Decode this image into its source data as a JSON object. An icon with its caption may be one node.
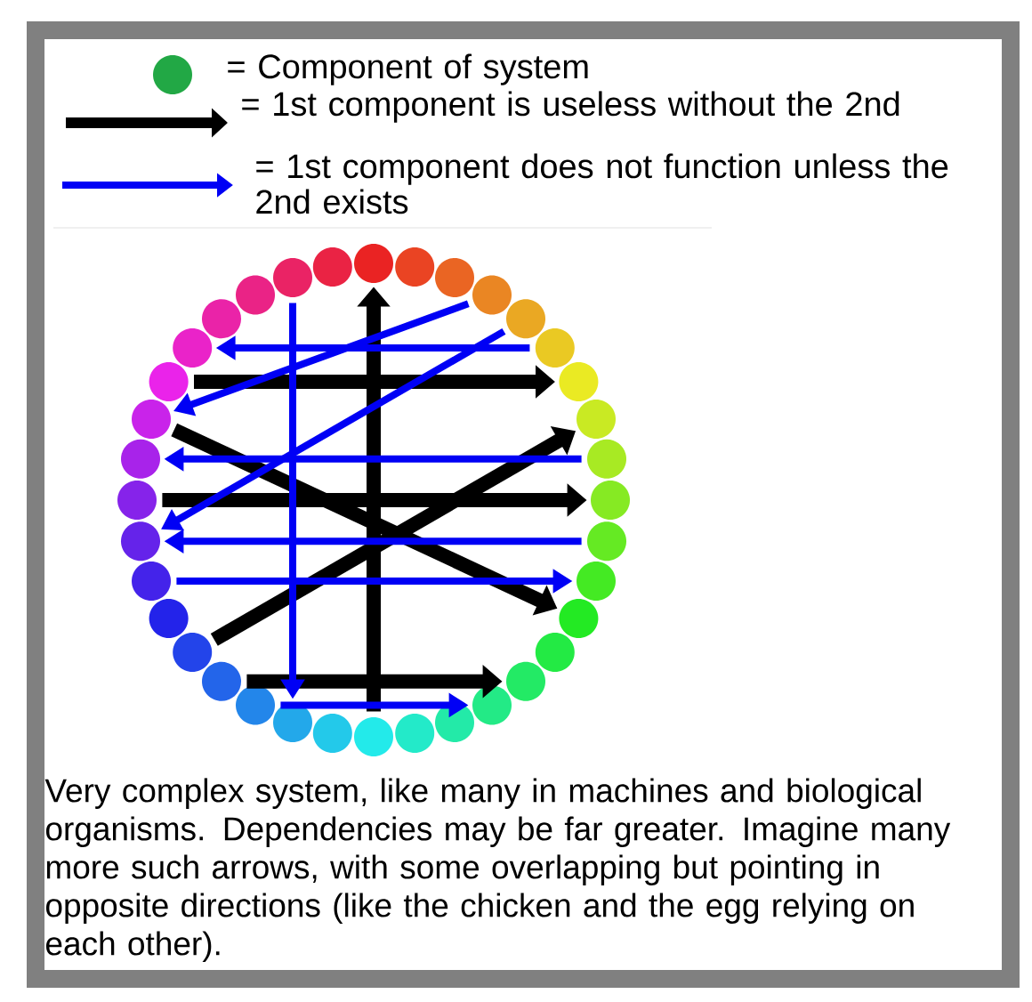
{
  "diagram": {
    "caption": "Very complex system, like many in machines and biological organisms. Dependencies may be far greater. Imagine many more such arrows, with some overlapping but pointing in opposite directions (like the chicken and the egg relying on each other).",
    "nodes": [
      {
        "text": [],
        "shape": "circle"
      },
      {
        "text": [],
        "shape": "circle"
      },
      {
        "text": [],
        "shape": "circle"
      },
      {
        "text": [],
        "shape": "circle"
      },
      {
        "text": [],
        "shape": "circle"
      },
      {
        "text": [],
        "shape": "circle"
      },
      {
        "text": [],
        "shape": "circle"
      },
      {
        "text": [],
        "shape": "circle"
      },
      {
        "text": [],
        "shape": "circle"
      },
      {
        "text": [],
        "shape": "circle"
      },
      {
        "text": [],
        "shape": "circle"
      },
      {
        "text": [],
        "shape": "circle"
      },
      {
        "text": [],
        "shape": "circle"
      },
      {
        "text": [],
        "shape": "circle"
      },
      {
        "text": [],
        "shape": "circle"
      },
      {
        "text": [],
        "shape": "circle"
      },
      {
        "text": [],
        "shape": "circle"
      },
      {
        "text": [],
        "shape": "circle"
      },
      {
        "text": [],
        "shape": "circle"
      },
      {
        "text": [],
        "shape": "circle"
      },
      {
        "text": [],
        "shape": "circle"
      },
      {
        "text": [],
        "shape": "circle"
      },
      {
        "text": [],
        "shape": "circle"
      },
      {
        "text": [],
        "shape": "circle"
      },
      {
        "text": [],
        "shape": "circle"
      },
      {
        "text": [],
        "shape": "circle"
      },
      {
        "text": [],
        "shape": "circle"
      },
      {
        "text": [],
        "shape": "circle"
      },
      {
        "text": [],
        "shape": "circle"
      },
      {
        "text": [],
        "shape": "circle"
      },
      {
        "text": [],
        "shape": "circle"
      },
      {
        "text": [],
        "shape": "circle"
      },
      {
        "text": [],
        "shape": "circle"
      },
      {
        "text": [],
        "shape": "circle"
      },
      {
        "text": [],
        "shape": "circle"
      },
      {
        "text": [],
        "shape": "circle"
      }
    ],
    "edges": [
      {
        "from": 18,
        "to": 0,
        "arrow": "to",
        "style": "thick",
        "color": "#000000"
      },
      {
        "from": 30,
        "to": 6,
        "arrow": "to",
        "style": "thick",
        "color": "#000000"
      },
      {
        "from": 29,
        "to": 12,
        "arrow": "to",
        "style": "thick",
        "color": "#000000"
      },
      {
        "from": 23,
        "to": 7,
        "arrow": "to",
        "style": "thick",
        "color": "#000000"
      },
      {
        "from": 27,
        "to": 9,
        "arrow": "to",
        "style": "thick",
        "color": "#000000"
      },
      {
        "from": 22,
        "to": 14,
        "arrow": "to",
        "style": "thick",
        "color": "#000000"
      },
      {
        "from": 34,
        "to": 20,
        "arrow": "to"
      },
      {
        "from": 5,
        "to": 31,
        "arrow": "to"
      },
      {
        "from": 3,
        "to": 29,
        "arrow": "to"
      },
      {
        "from": 4,
        "to": 26,
        "arrow": "to"
      },
      {
        "from": 8,
        "to": 28,
        "arrow": "to"
      },
      {
        "from": 10,
        "to": 26,
        "arrow": "to"
      },
      {
        "from": 25,
        "to": 11,
        "arrow": "to"
      },
      {
        "from": 21,
        "to": 15,
        "arrow": "to"
      }
    ],
    "legend": [
      {
        "text": "= Component of system",
        "color": "#22a845"
      },
      {
        "text": "= 1st component is useless without the 2nd"
      },
      {
        "text": "= 1st component does not function unless the 2nd exists"
      }
    ]
  }
}
